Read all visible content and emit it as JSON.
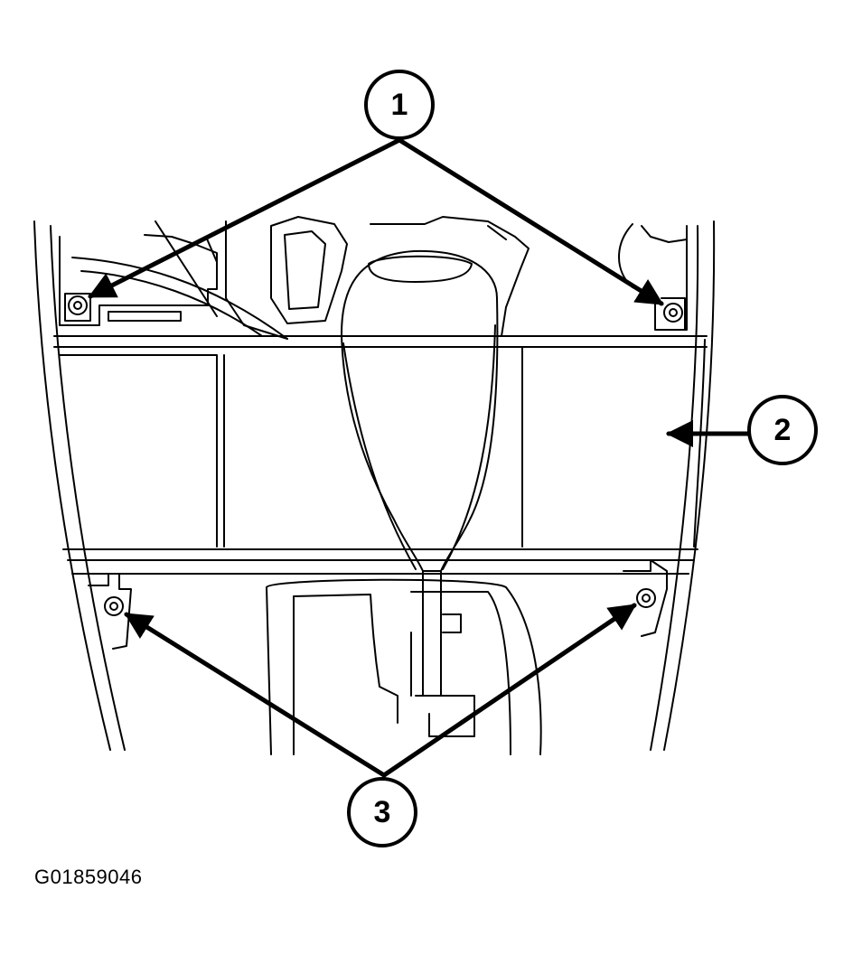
{
  "figure": {
    "id": "G01859046"
  },
  "callouts": [
    {
      "label": "1",
      "meaning": "screw"
    },
    {
      "label": "2",
      "meaning": "panel"
    },
    {
      "label": "3",
      "meaning": "screw"
    }
  ],
  "colors": {
    "ink": "#000000",
    "paper": "#ffffff"
  }
}
